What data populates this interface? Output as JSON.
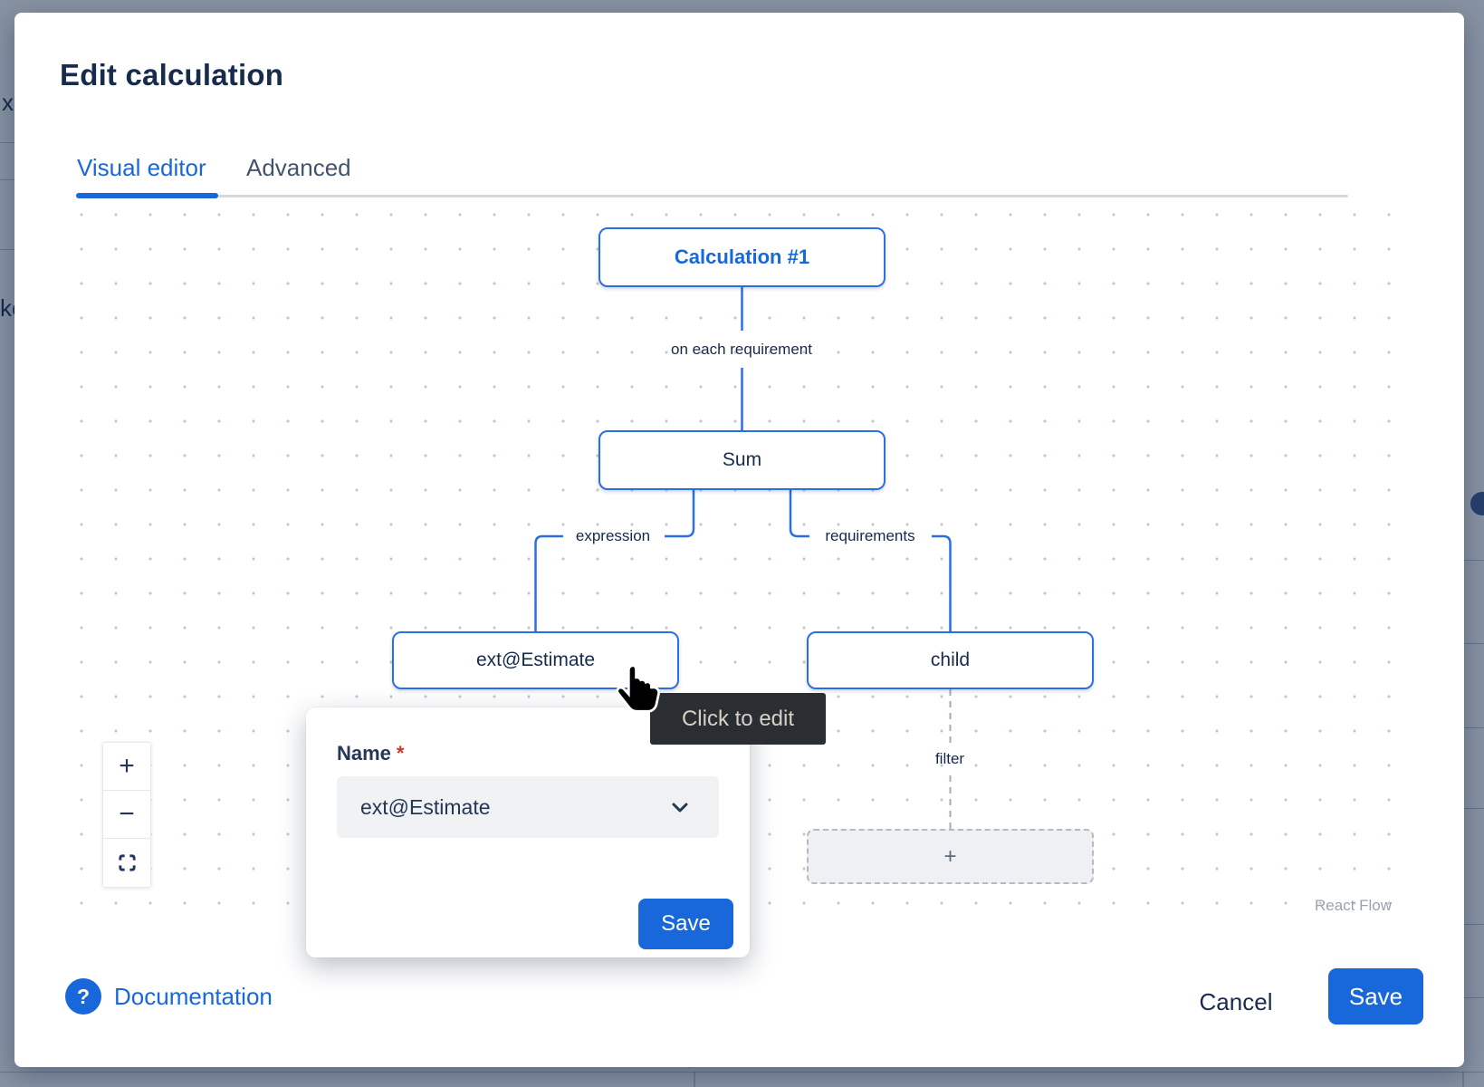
{
  "modal": {
    "title": "Edit calculation",
    "tabs": {
      "visual_editor": "Visual editor",
      "advanced": "Advanced"
    },
    "footer": {
      "help_glyph": "?",
      "documentation": "Documentation",
      "cancel": "Cancel",
      "save": "Save"
    }
  },
  "flow": {
    "nodes": {
      "calculation": "Calculation #1",
      "sum": "Sum",
      "expression_value": "ext@Estimate",
      "requirements_value": "child",
      "add_placeholder": "+"
    },
    "edge_labels": {
      "on_each_requirement": "on each requirement",
      "expression": "expression",
      "requirements": "requirements",
      "filter": "filter"
    },
    "controls": {
      "zoom_in": "+",
      "zoom_out": "−"
    },
    "attribution": "React Flow"
  },
  "tooltip": {
    "text": "Click to edit"
  },
  "popover": {
    "name_label": "Name",
    "required_marker": "*",
    "name_value": "ext@Estimate",
    "save": "Save"
  },
  "background": {
    "left_text_1": "x",
    "left_text_2": "ke"
  },
  "colors": {
    "accent": "#1868DB",
    "node_border": "#2B6FE4",
    "text_navy": "#172B4D",
    "tab_inactive": "#44546F",
    "tooltip_bg": "#2A2E33",
    "tooltip_text": "#D6D1C6",
    "overlay_bg": "#8792A2",
    "select_bg": "#F1F2F4",
    "required_red": "#C9372C",
    "dot_grid": "#C4C7CD",
    "dashed_edge": "#A6ACB5",
    "attribution_gray": "#99A2AD"
  }
}
